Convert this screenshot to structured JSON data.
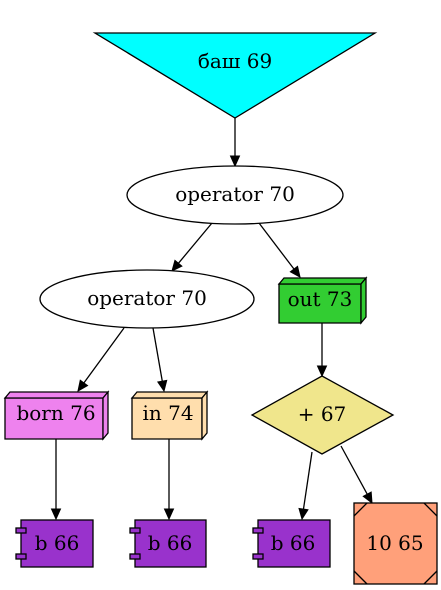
{
  "nodes": {
    "bash": {
      "label": "баш 69",
      "fill": "#00ffff"
    },
    "op_top": {
      "label": "operator 70",
      "fill": "#ffffff"
    },
    "op_left": {
      "label": "operator 70",
      "fill": "#ffffff"
    },
    "out": {
      "label": "out 73",
      "fill": "#32cd32"
    },
    "born": {
      "label": "born 76",
      "fill": "#ee82ee"
    },
    "in": {
      "label": "in 74",
      "fill": "#ffdead"
    },
    "plus": {
      "label": "+ 67",
      "fill": "#f0e68c"
    },
    "b1": {
      "label": "b 66",
      "fill": "#9932cc"
    },
    "b2": {
      "label": "b 66",
      "fill": "#9932cc"
    },
    "b3": {
      "label": "b 66",
      "fill": "#9932cc"
    },
    "ten": {
      "label": "10 65",
      "fill": "#ffa07a"
    }
  },
  "edges": [
    [
      "bash",
      "op_top"
    ],
    [
      "op_top",
      "op_left"
    ],
    [
      "op_top",
      "out"
    ],
    [
      "op_left",
      "born"
    ],
    [
      "op_left",
      "in"
    ],
    [
      "out",
      "plus"
    ],
    [
      "born",
      "b1"
    ],
    [
      "in",
      "b2"
    ],
    [
      "plus",
      "b3"
    ],
    [
      "plus",
      "ten"
    ]
  ]
}
